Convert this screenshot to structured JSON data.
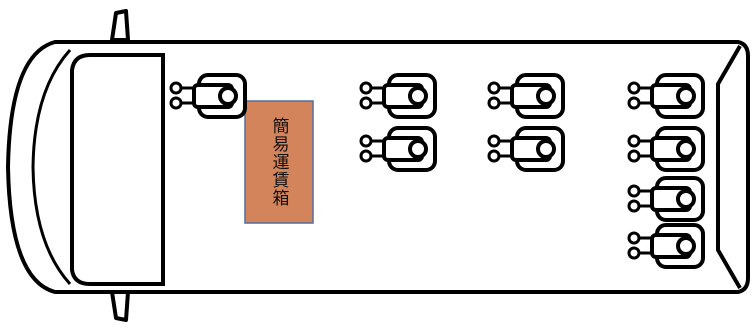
{
  "fare_box": {
    "label": "簡易運賃箱",
    "fill_color": "#D4845A",
    "border_color": "#4F6FA0"
  },
  "van": {
    "outline_color": "#000000",
    "seats": {
      "driver": 1,
      "row_2": 2,
      "row_3": 2,
      "rear_row": 4
    }
  }
}
